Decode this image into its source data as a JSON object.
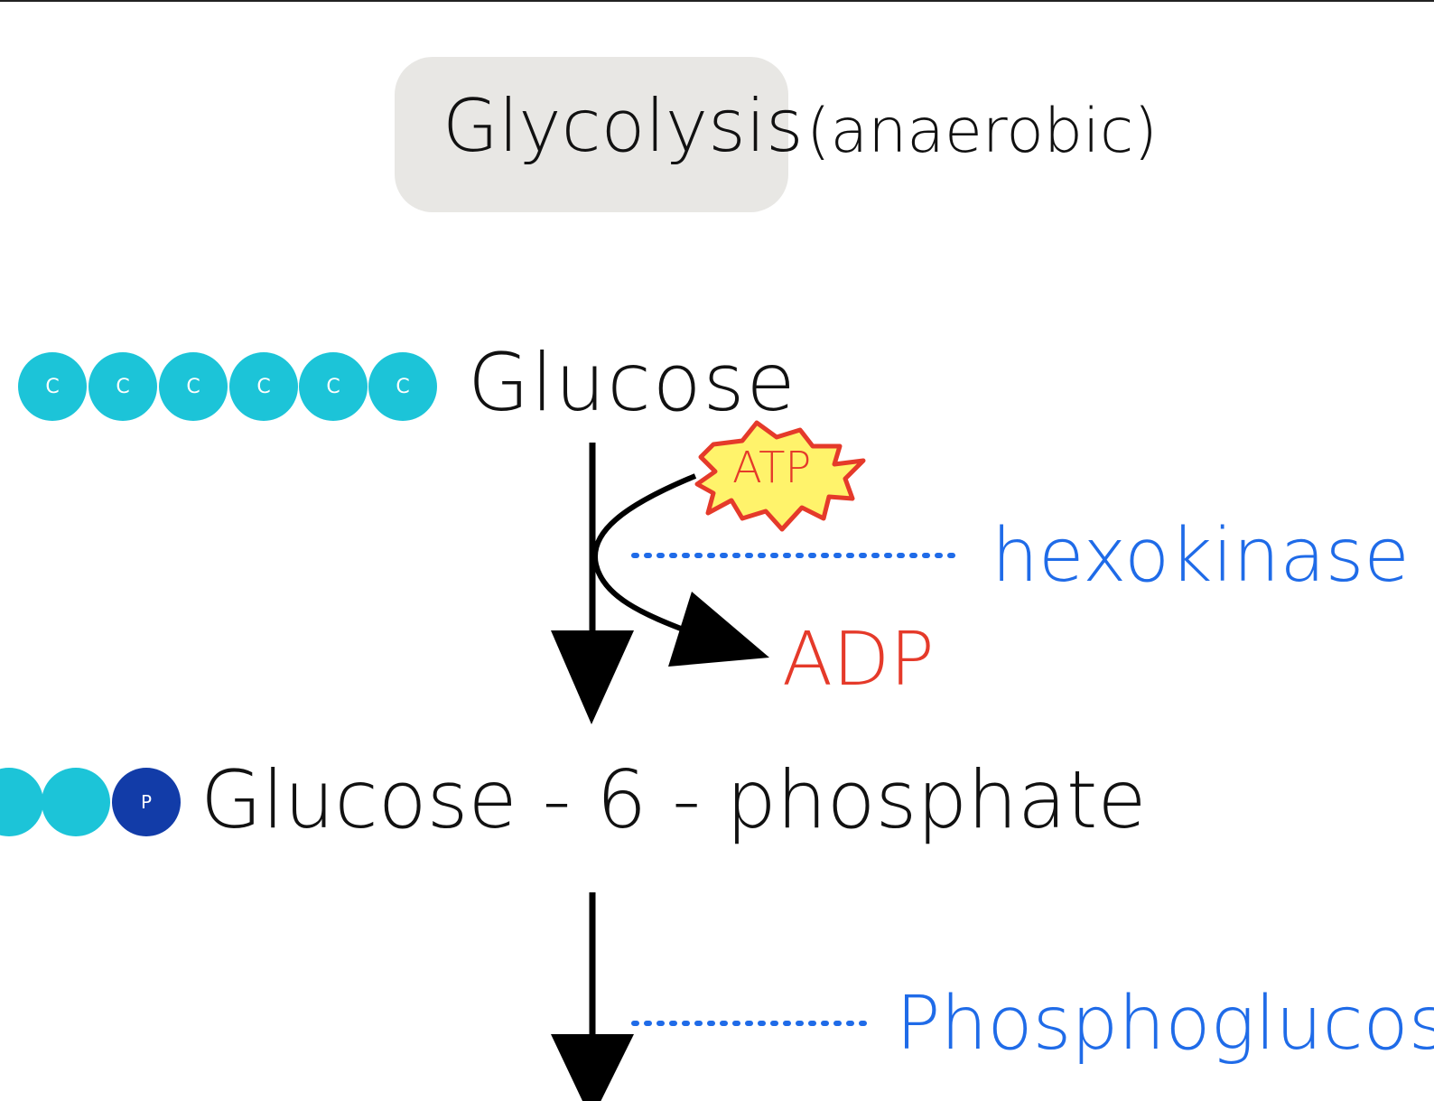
{
  "title": "Glycolysis",
  "subtitle": "(anaerobic)",
  "glucose": {
    "label": "Glucose",
    "carbons": [
      "C",
      "C",
      "C",
      "C",
      "C",
      "C"
    ]
  },
  "step1": {
    "energy_in": "ATP",
    "energy_out": "ADP",
    "enzyme": "hexokinase"
  },
  "g6p": {
    "label": "Glucose - 6 - phosphate",
    "phosphate": "P"
  },
  "step2": {
    "enzyme": "Phosphoglucose"
  },
  "colors": {
    "carbon": "#1cc4d8",
    "phosphate": "#123ca8",
    "enzyme": "#1f6be8",
    "energy": "#e53a2a",
    "atp_burst": "#fff36b"
  }
}
